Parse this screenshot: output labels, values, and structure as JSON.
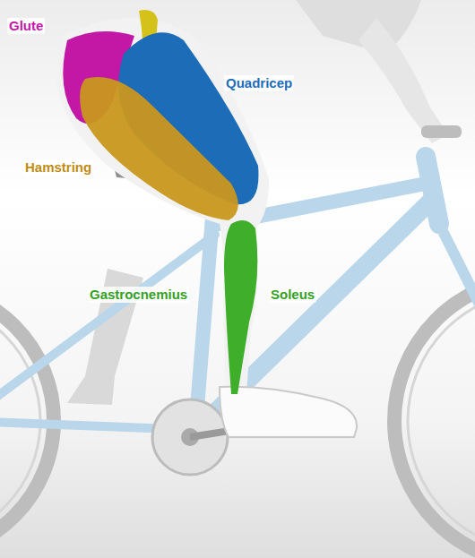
{
  "diagram": {
    "labels": [
      "Glute",
      "Quadricep",
      "Hamstring",
      "Gastrocnemius",
      "Soleus"
    ]
  }
}
